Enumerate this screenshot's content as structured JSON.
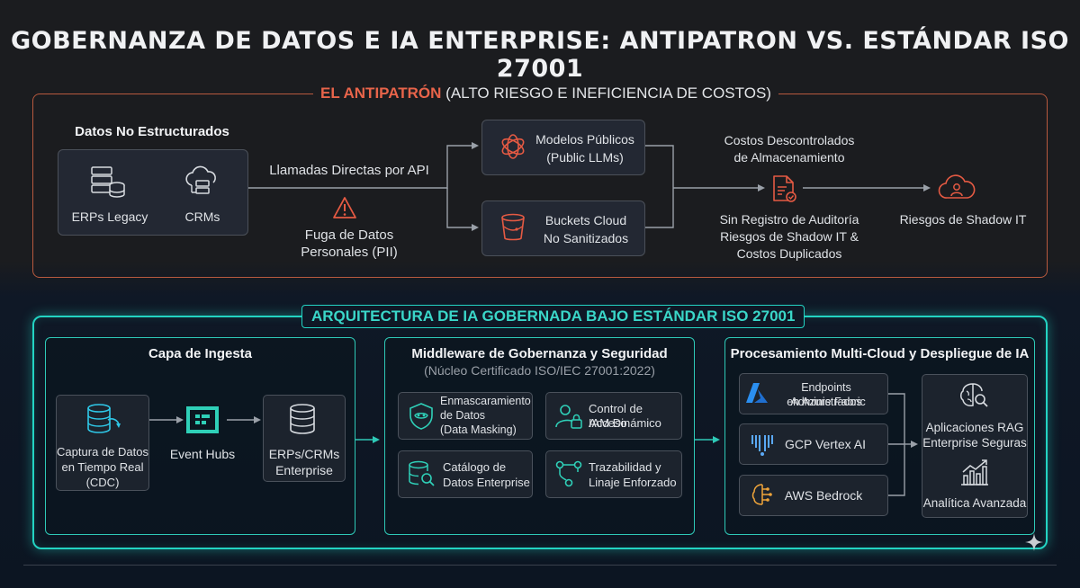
{
  "title": "GOBERNANZA DE DATOS E IA ENTERPRISE: ANTIPATRON VS. ESTÁNDAR ISO 27001",
  "antipattern": {
    "label_highlight": "EL ANTIPATRÓN",
    "label_rest": " (ALTO RIESGO E INEFICIENCIA DE COSTOS)",
    "unstructured_title": "Datos No Estructurados",
    "erps": "ERPs Legacy",
    "crms": "CRMs",
    "api_calls": "Llamadas Directas por API",
    "leak_line1": "Fuga de Datos",
    "leak_line2": "Personales (PII)",
    "models_line1": "Modelos Públicos",
    "models_line2": "(Public LLMs)",
    "buckets_line1": "Buckets Cloud",
    "buckets_line2": "No Sanitizados",
    "costs_line1": "Costos Descontrolados",
    "costs_line2": "de Almacenamiento",
    "audit_line1": "Sin Registro de Auditoría",
    "audit_line2": "Riesgos de Shadow IT &",
    "audit_line3": "Costos Duplicados",
    "shadow": "Riesgos de Shadow IT"
  },
  "governed": {
    "label": "ARQUITECTURA DE IA GOBERNADA BAJO ESTÁNDAR ISO 27001",
    "ingest_title": "Capa de Ingesta",
    "cdc_line1": "Captura de Datos",
    "cdc_line2": "en Tiempo Real",
    "cdc_line3": "(CDC)",
    "event_hubs": "Event Hubs",
    "erp_line1": "ERPs/CRMs",
    "erp_line2": "Enterprise",
    "middleware_title": "Middleware de Gobernanza y Seguridad",
    "middleware_sub": "(Núcleo Certificado ISO/IEC 27001:2022)",
    "mask_line1": "Enmascaramiento",
    "mask_line2": "de Datos",
    "mask_line3": "(Data Masking)",
    "access_line1": "Control de Acceso",
    "access_line2": "IAM Dinámico",
    "catalog_line1": "Catálogo de",
    "catalog_line2": "Datos Enterprise",
    "trace_line1": "Trazabilidad y",
    "trace_line2": "Linaje Enforzado",
    "multicloud_title": "Procesamiento Multi-Cloud y Despliegue de IA",
    "azure_line1": "Endpoints Administrados",
    "azure_line2": "en Azure Fabric",
    "gcp": "GCP Vertex AI",
    "aws": "AWS Bedrock",
    "rag_line1": "Aplicaciones RAG",
    "rag_line2": "Enterprise Seguras",
    "analytics": "Analítica Avanzada"
  }
}
